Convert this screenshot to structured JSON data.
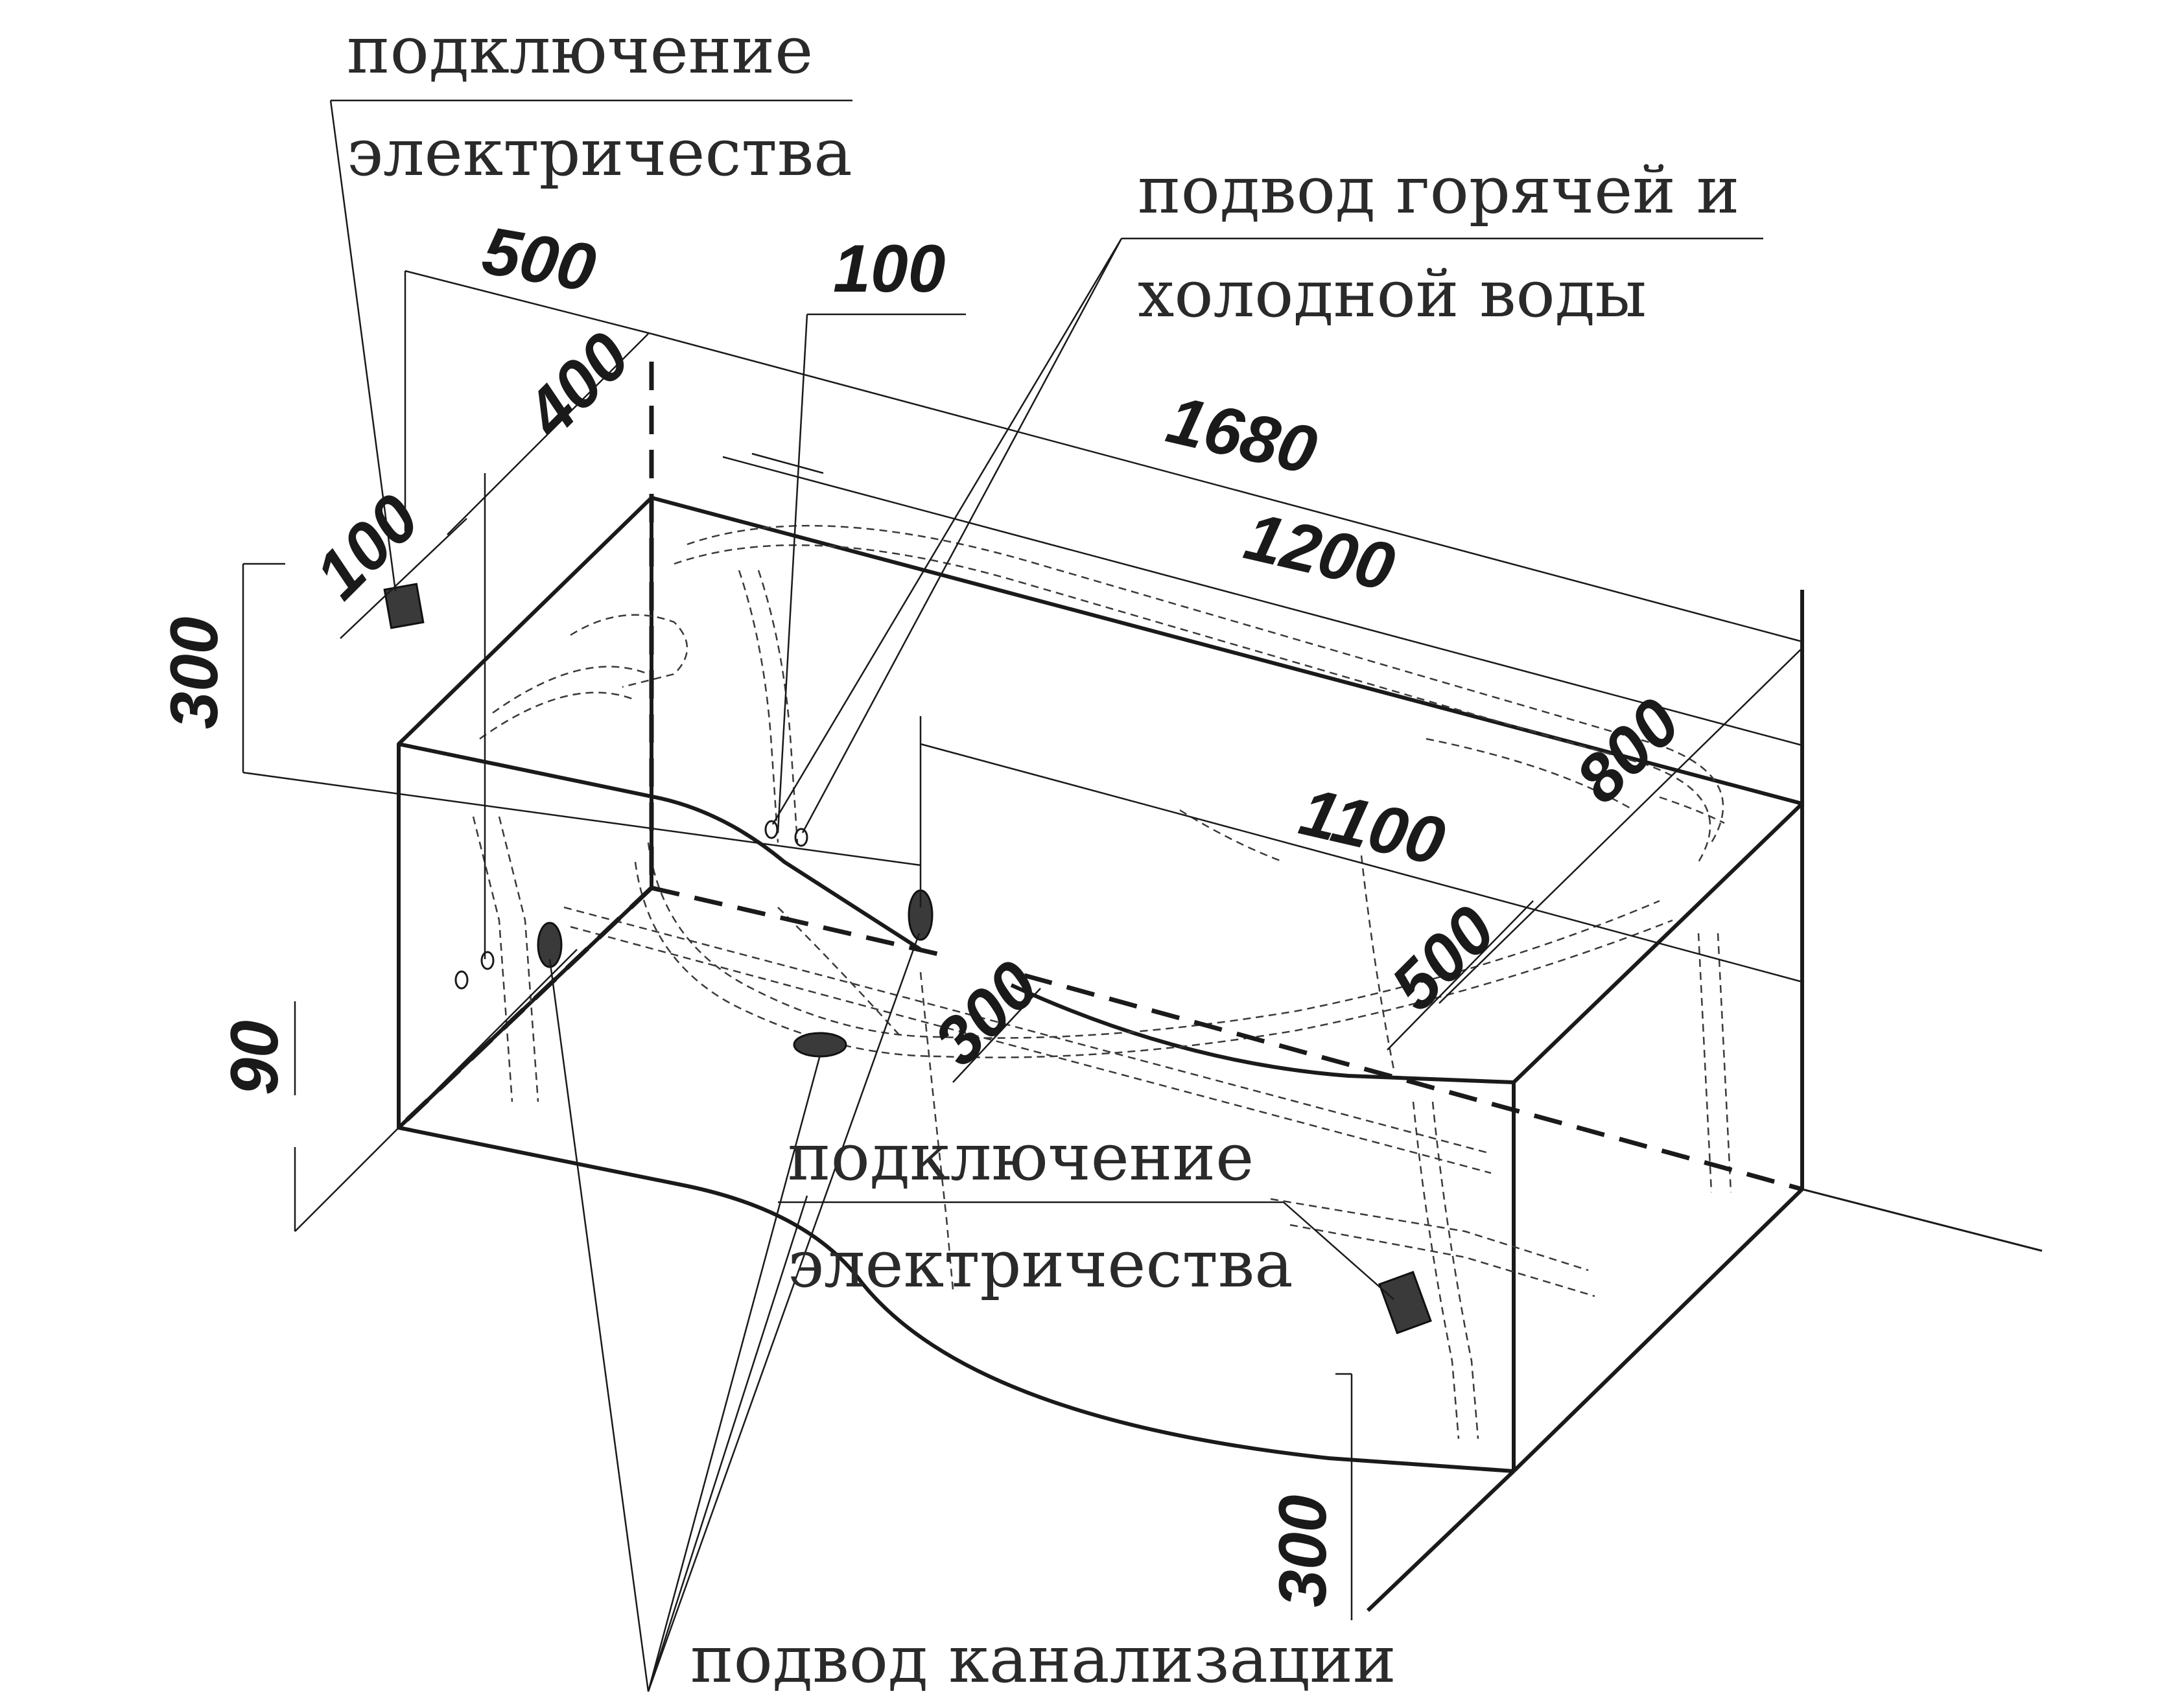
{
  "labels": {
    "electric_top_line1": "подключение",
    "electric_top_line2": "электричества",
    "water_line1": "подвод горячей и",
    "water_line2": "холодной воды",
    "electric_bottom_line1": "подключение",
    "electric_bottom_line2": "электричества",
    "sewer": "подвод канализации"
  },
  "dimensions": {
    "d500_top": "500",
    "d400": "400",
    "d100_left": "100",
    "d100_top": "100",
    "d300_left": "300",
    "d1680": "1680",
    "d1200": "1200",
    "d800": "800",
    "d1100": "1100",
    "d500_right": "500",
    "d300_mid": "300",
    "d90": "90",
    "d300_bottom": "300"
  }
}
